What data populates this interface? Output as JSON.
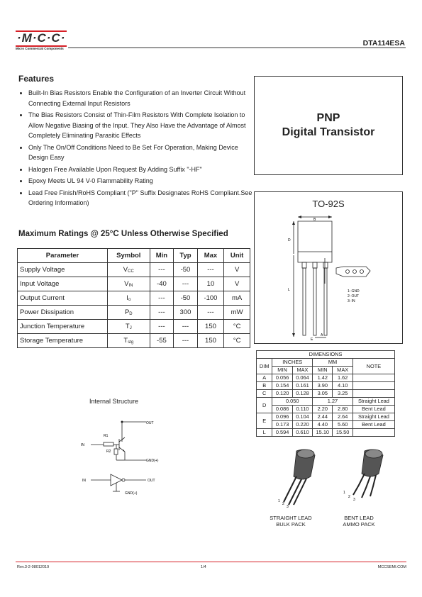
{
  "header": {
    "logo_text": "·M·C·C·",
    "logo_sub": "Micro Commercial Components",
    "part_number": "DTA114ESA"
  },
  "features": {
    "title": "Features",
    "items": [
      "Built-In Bias Resistors Enable the Configuration of an Inverter Circuit Without Connecting External Input Resistors",
      "The Bias Resistors Consist of Thin-Film Resistors With Complete Isolation to Allow Negative Biasing of the Input. They Also Have the Advantage of Almost Completely Eliminating Parasitic Effects",
      "Only The On/Off Conditions Need to Be Set For Operation, Making Device Design Easy",
      "Halogen Free Available Upon Request By Adding Suffix \"-HF\"",
      "Epoxy Meets UL 94 V-0 Flammability Rating",
      "Lead Free Finish/RoHS Compliant (\"P\" Suffix Designates RoHS Compliant.See Ordering Information)"
    ]
  },
  "title_box": {
    "line1": "PNP",
    "line2": "Digital Transistor"
  },
  "package": {
    "name": "TO-92S",
    "pins": [
      "1: GND",
      "2: OUT",
      "3: IN"
    ],
    "dim_labels": {
      "a": "A",
      "b": "B",
      "d": "D",
      "e": "E",
      "l": "L"
    }
  },
  "max_ratings": {
    "title": "Maximum Ratings @ 25°C Unless Otherwise Specified",
    "headers": [
      "Parameter",
      "Symbol",
      "Min",
      "Typ",
      "Max",
      "Unit"
    ],
    "rows": [
      {
        "param": "Supply Voltage",
        "sym": "V",
        "sub": "CC",
        "min": "---",
        "typ": "-50",
        "max": "---",
        "unit": "V"
      },
      {
        "param": "Input Voltage",
        "sym": "V",
        "sub": "IN",
        "min": "-40",
        "typ": "---",
        "max": "10",
        "unit": "V"
      },
      {
        "param": "Output Current",
        "sym": "I",
        "sub": "o",
        "min": "---",
        "typ": "-50",
        "max": "-100",
        "unit": "mA"
      },
      {
        "param": "Power Dissipation",
        "sym": "P",
        "sub": "D",
        "min": "---",
        "typ": "300",
        "max": "---",
        "unit": "mW"
      },
      {
        "param": "Junction Temperature",
        "sym": "T",
        "sub": "J",
        "min": "---",
        "typ": "---",
        "max": "150",
        "unit": "°C"
      },
      {
        "param": "Storage Temperature",
        "sym": "T",
        "sub": "stg",
        "min": "-55",
        "typ": "---",
        "max": "150",
        "unit": "°C"
      }
    ]
  },
  "internal": {
    "title": "Internal Structure",
    "labels": {
      "out": "OUT",
      "in": "IN",
      "r1": "R1",
      "r2": "R2",
      "gnd": "GND(+)"
    }
  },
  "dimensions": {
    "title": "DIMENSIONS",
    "h_dim": "DIM",
    "h_inches": "INCHES",
    "h_mm": "MM",
    "h_note": "NOTE",
    "h_min": "MIN",
    "h_max": "MAX",
    "rows": {
      "A": {
        "dim": "A",
        "imin": "0.056",
        "imax": "0.064",
        "mmin": "1.42",
        "mmax": "1.62",
        "note": ""
      },
      "B": {
        "dim": "B",
        "imin": "0.154",
        "imax": "0.161",
        "mmin": "3.90",
        "mmax": "4.10",
        "note": ""
      },
      "C": {
        "dim": "C",
        "imin": "0.120",
        "imax": "0.128",
        "mmin": "3.05",
        "mmax": "3.25",
        "note": ""
      },
      "D1": {
        "dim": "D",
        "inch": "0.050",
        "mm": "1.27",
        "note": "Straight Lead"
      },
      "D2": {
        "imin": "0.086",
        "imax": "0.110",
        "mmin": "2.20",
        "mmax": "2.80",
        "note": "Bent Lead"
      },
      "E1": {
        "dim": "E",
        "imin": "0.096",
        "imax": "0.104",
        "mmin": "2.44",
        "mmax": "2.64",
        "note": "Straight Lead"
      },
      "E2": {
        "imin": "0.173",
        "imax": "0.220",
        "mmin": "4.40",
        "mmax": "5.60",
        "note": "Bent Lead"
      },
      "L": {
        "dim": "L",
        "imin": "0.594",
        "imax": "0.610",
        "mmin": "15.10",
        "mmax": "15.50",
        "note": ""
      }
    }
  },
  "packs": {
    "straight": [
      "STRAIGHT LEAD",
      "BULK PACK"
    ],
    "bent": [
      "BENT LEAD",
      "AMMO PACK"
    ],
    "pin_nums": [
      "1",
      "2",
      "3"
    ]
  },
  "footer": {
    "rev": "Rev.3-2-08012019",
    "page": "1/4",
    "site": "MCCSEMI.COM"
  },
  "colors": {
    "accent": "#d61f26"
  }
}
